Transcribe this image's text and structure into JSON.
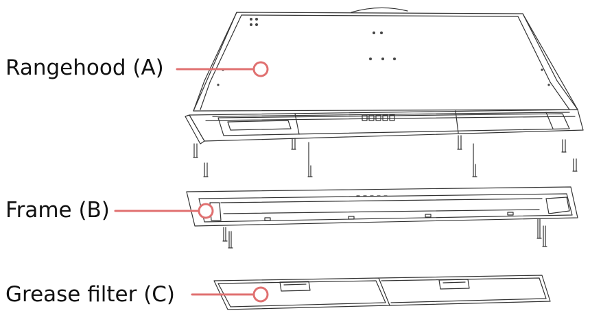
{
  "labels": {
    "rangehood": "Rangehood (A)",
    "frame": "Frame (B)",
    "grease_filter": "Grease filter (C)"
  },
  "colors": {
    "callout": "#e07070",
    "line_art": "#333333",
    "text": "#111111"
  }
}
